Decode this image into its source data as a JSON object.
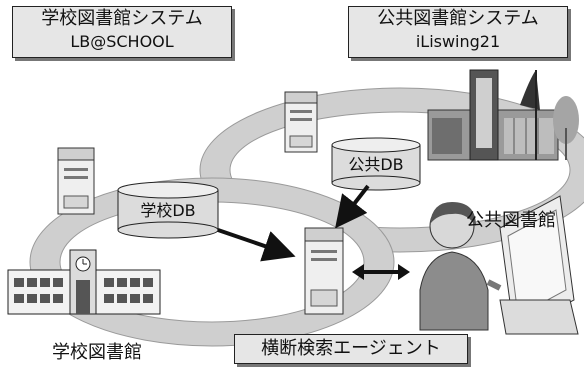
{
  "boxes": {
    "school_system": {
      "title": "学校図書館システム",
      "subtitle": "LB@SCHOOL"
    },
    "public_system": {
      "title": "公共図書館システム",
      "subtitle": "iLiswing21"
    },
    "agent": {
      "title": "横断検索エージェント"
    }
  },
  "databases": {
    "school_db": "学校DB",
    "public_db": "公共DB"
  },
  "labels": {
    "public_library": "公共図書館",
    "school_library": "学校図書館"
  },
  "colors": {
    "box_fill": "#e6e6e6",
    "ring_fill": "#d0d0d0",
    "server_fill": "#eeeeee"
  }
}
